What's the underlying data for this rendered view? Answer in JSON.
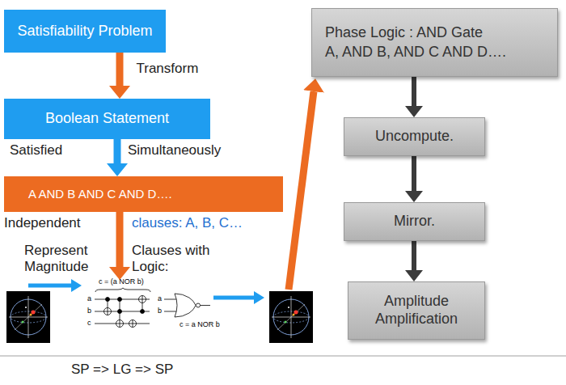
{
  "diagram": {
    "nodes": [
      {
        "text": [
          "Satisfiability Problem"
        ]
      },
      {
        "text": [
          "Boolean Statement"
        ]
      },
      {
        "text": [
          "A AND B AND C AND D…."
        ]
      },
      {
        "text": [
          "Phase Logic : AND Gate",
          "A, AND B, AND C AND D…."
        ]
      },
      {
        "text": [
          "Uncompute."
        ]
      },
      {
        "text": [
          "Mirror."
        ]
      },
      {
        "text": [
          "Amplitude Amplification"
        ]
      }
    ],
    "edges": [
      {
        "from": 0,
        "to": 1,
        "arrow": "to",
        "label": "Transform"
      },
      {
        "from": 1,
        "to": 2,
        "arrow": "to"
      },
      {
        "from": 3,
        "to": 4,
        "arrow": "to"
      },
      {
        "from": 4,
        "to": 5,
        "arrow": "to"
      },
      {
        "from": 5,
        "to": 6,
        "arrow": "to"
      }
    ],
    "labels": [
      "Satisfied",
      "Simultaneously",
      "Independent",
      "clauses: A, B, C…",
      "Represent Magnitude",
      "Clauses with Logic:",
      "c = (a NOR b)",
      "a",
      "b",
      "c",
      "a",
      "b",
      "c = a NOR b",
      "SP => LG => SP"
    ]
  }
}
